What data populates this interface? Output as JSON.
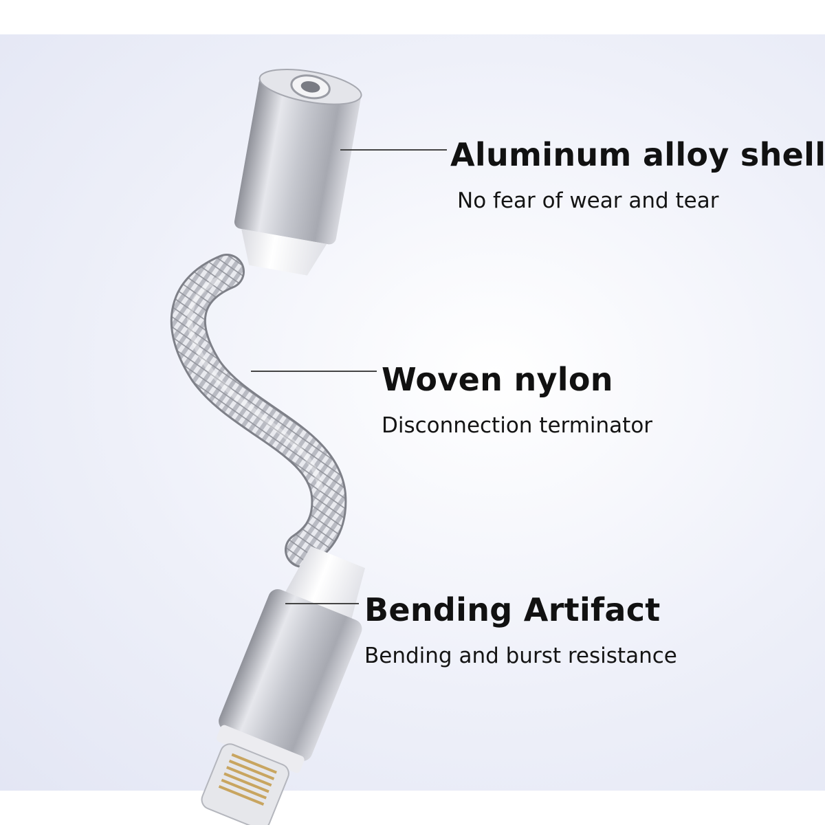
{
  "callouts": [
    {
      "title": "Aluminum alloy shell",
      "subtitle": "No fear of wear and tear"
    },
    {
      "title": "Woven nylon",
      "subtitle": "Disconnection terminator"
    },
    {
      "title": "Bending Artifact",
      "subtitle": "Bending and burst resistance"
    }
  ],
  "colors": {
    "background": "#e8eaf6",
    "aluminum": "#c9cbd2",
    "rubber": "#f6f6f8",
    "text": "#111111",
    "leader_line": "#444444"
  }
}
